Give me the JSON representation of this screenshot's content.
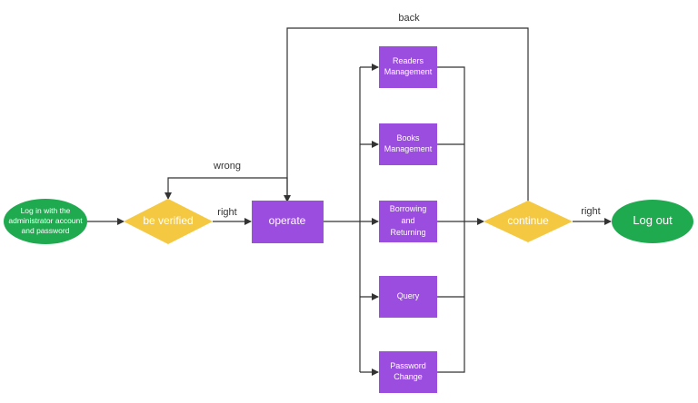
{
  "colors": {
    "start_end": "#1faa4f",
    "decision": "#f5c842",
    "process": "#9b4de0",
    "line": "#333333",
    "node_text": "#ffffff"
  },
  "nodes": {
    "start": {
      "lines": [
        "Log in with the",
        "administrator account",
        "and password"
      ]
    },
    "verify": {
      "lines": [
        "be verified"
      ]
    },
    "operate": {
      "lines": [
        "operate"
      ]
    },
    "readers": {
      "lines": [
        "Readers",
        "Management"
      ]
    },
    "books": {
      "lines": [
        "Books",
        "Management"
      ]
    },
    "borrowing": {
      "lines": [
        "Borrowing",
        "and",
        "Returning"
      ]
    },
    "query": {
      "lines": [
        "Query"
      ]
    },
    "password": {
      "lines": [
        "Password",
        "Change"
      ]
    },
    "continue": {
      "lines": [
        "continue"
      ]
    },
    "logout": {
      "lines": [
        "Log out"
      ]
    }
  },
  "edge_labels": {
    "back": "back",
    "wrong": "wrong",
    "right_verify": "right",
    "right_continue": "right"
  }
}
